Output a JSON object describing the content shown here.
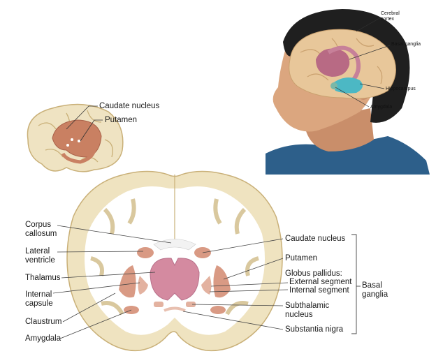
{
  "head_view": {
    "labels": {
      "cerebral_cortex": [
        "Cerebral",
        "cortex"
      ],
      "basal_ganglia": "Basal ganglia",
      "hippocampus": "Hippocampus",
      "amygdala": "Amygdala"
    },
    "colors": {
      "skin": "#d9a07c",
      "hair": "#1c1c1c",
      "shirt": "#2d5f8a",
      "cortex": "#e8c79a",
      "basal": "#b86a84",
      "hippo": "#4cb8c4"
    }
  },
  "lateral_view": {
    "labels": {
      "caudate": "Caudate nucleus",
      "putamen": "Putamen"
    },
    "colors": {
      "brain": "#efe3c2",
      "nucleus": "#c98062"
    }
  },
  "coronal_view": {
    "left_labels": {
      "corpus_callosum": [
        "Corpus",
        "callosum"
      ],
      "lateral_ventricle": [
        "Lateral",
        "ventricle"
      ],
      "thalamus": "Thalamus",
      "internal_capsule": [
        "Internal",
        "capsule"
      ],
      "claustrum": "Claustrum",
      "amygdala": "Amygdala"
    },
    "right_labels": {
      "caudate": "Caudate nucleus",
      "putamen": "Putamen",
      "globus_pallidus": "Globus pallidus:",
      "external_segment": "External segment",
      "internal_segment": "Internal segment",
      "subthalamic": [
        "Subthalamic",
        "nucleus"
      ],
      "substantia_nigra": "Substantia nigra"
    },
    "bracket_label": [
      "Basal",
      "ganglia"
    ],
    "colors": {
      "white_matter": "#ffffff",
      "gray_matter": "#efe3c0",
      "thalamus": "#d48aa0",
      "nuclei": "#d99a84"
    }
  }
}
